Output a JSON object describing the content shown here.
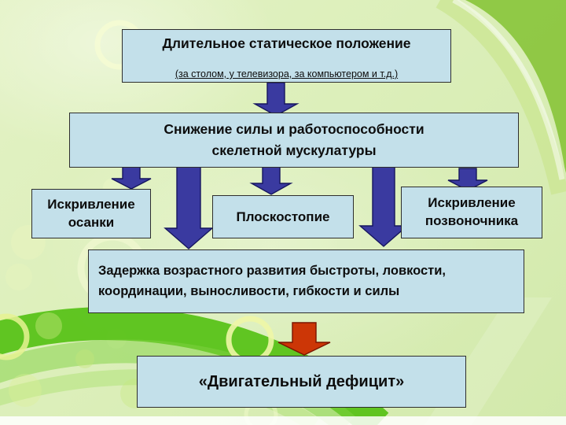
{
  "diagram": {
    "top_box": {
      "title": "Длительное статическое положение",
      "subtitle": "(за столом, у телевизора, за компьютером и т.д.)"
    },
    "cause_box": {
      "lines": [
        "Снижение силы и работоспособности",
        "скелетной мускулатуры"
      ]
    },
    "effects": [
      {
        "label": "Искривление осанки"
      },
      {
        "label": "Плоскостопие"
      },
      {
        "label": "Искривление позвоночника"
      }
    ],
    "delay_box": {
      "lines": [
        "Задержка возрастного развития быстроты, ловкости,",
        "координации, выносливости, гибкости и силы"
      ]
    },
    "result_box": {
      "label": "«Двигательный дефицит»"
    }
  },
  "colors": {
    "box_fill": "#c3e0ea",
    "box_border": "#2e2e2e",
    "text_color": "#0d0d0d",
    "arrow_blue": "#3a3aa0",
    "arrow_blue_outline": "#16165e",
    "arrow_red": "#cc3606",
    "arrow_red_outline": "#7a1500",
    "bg_swirl_green": "#8cc63f",
    "bg_arc_green": "#52c011"
  }
}
